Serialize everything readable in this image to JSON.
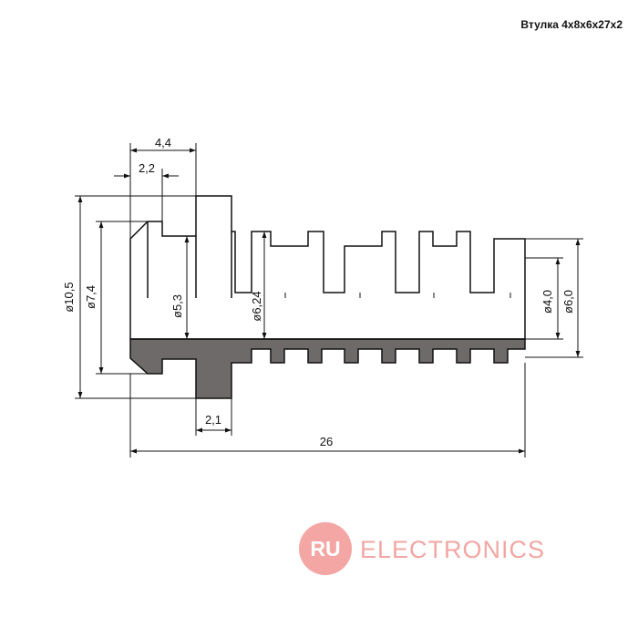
{
  "title": "Втулка 4x8x6x27x2",
  "dimensions": {
    "d_4_4": "4,4",
    "d_2_2": "2,2",
    "d_10_5": "ø10,5",
    "d_7_4": "ø7,4",
    "d_5_3": "ø5,3",
    "d_6_24": "ø6,24",
    "d_4_0": "ø4,0",
    "d_6_0": "ø6,0",
    "d_2_1": "2,1",
    "d_26": "26"
  },
  "logo": {
    "badge": "RU",
    "text": "ELECTRONICS"
  },
  "colors": {
    "section_fill": "#6e6a6a",
    "line": "#111111",
    "logo": "#f3a6a3"
  }
}
